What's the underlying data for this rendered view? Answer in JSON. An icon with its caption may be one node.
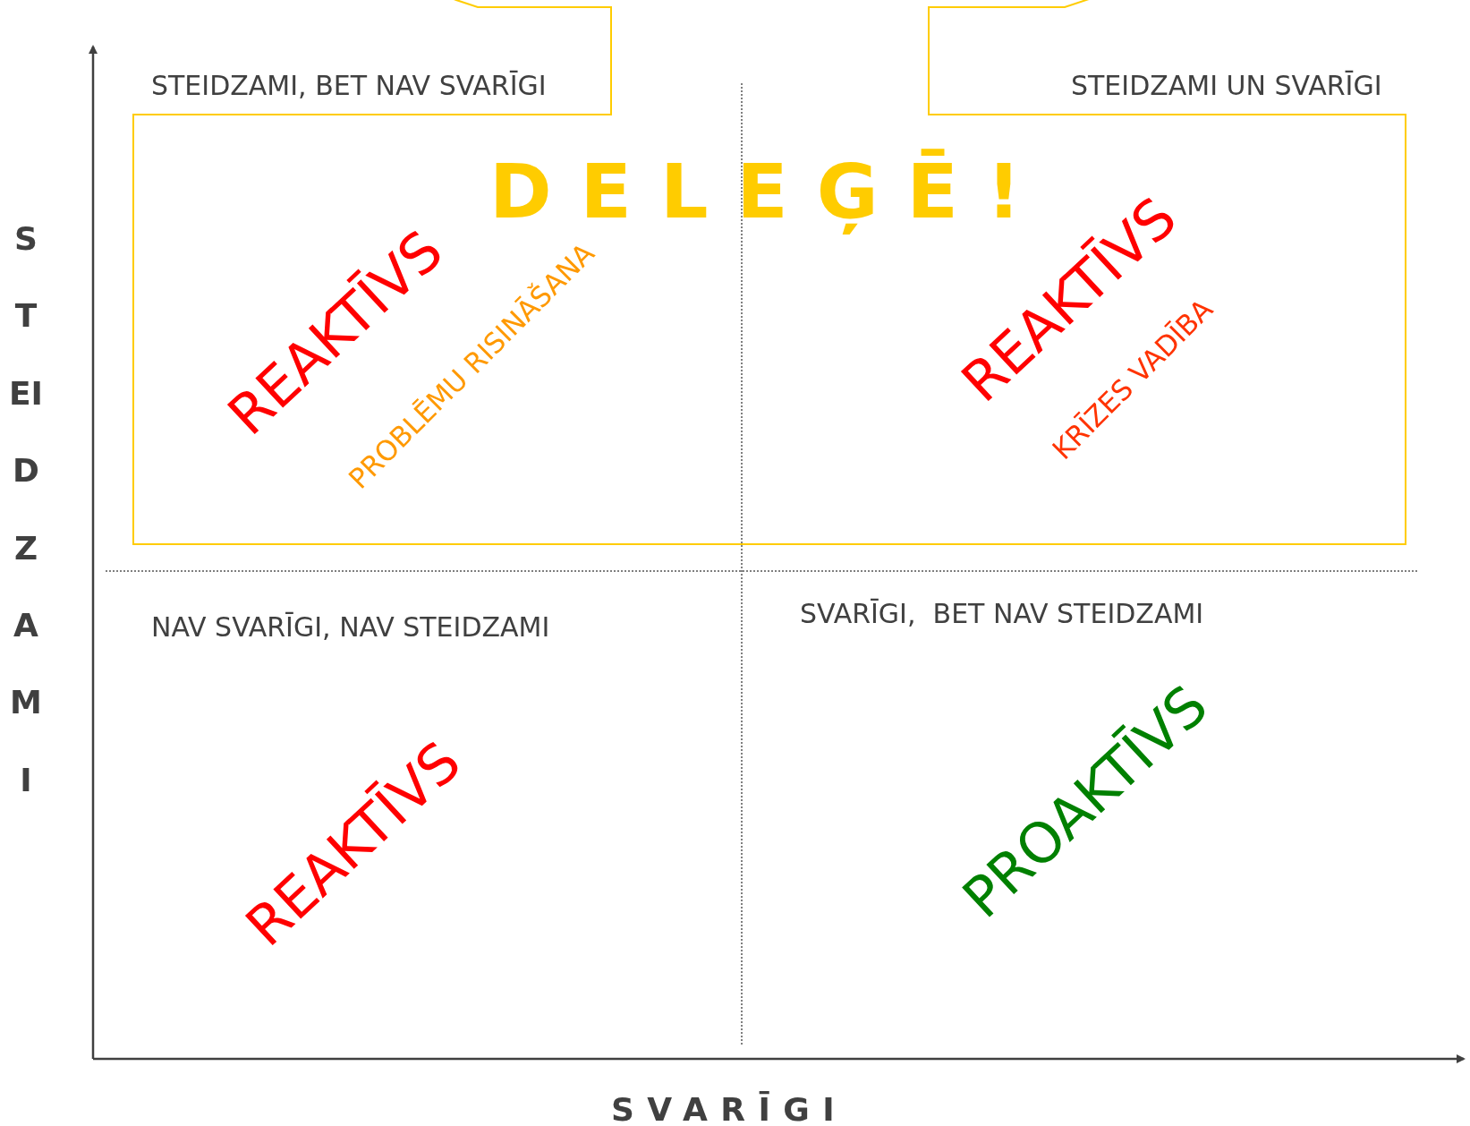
{
  "diagram": {
    "nodes": [
      {
        "text": [
          "DELEĢĒ!"
        ]
      }
    ],
    "labels": [
      "STEIDZAMI, BET NAV SVARĪGI",
      "STEIDZAMI UN SVARĪGI",
      "REAKTĪVS",
      "PROBLĒMU RISINĀŠANA",
      "REAKTĪVS",
      "KRĪZES VADĪBA",
      "NAV SVARĪGI, NAV STEIDZAMI",
      "SVARĪGI,  BET NAV STEIDZAMI",
      "REAKTĪVS",
      "PROAKTĪVS",
      "STEIDZAMI",
      "SVARĪGI"
    ]
  }
}
